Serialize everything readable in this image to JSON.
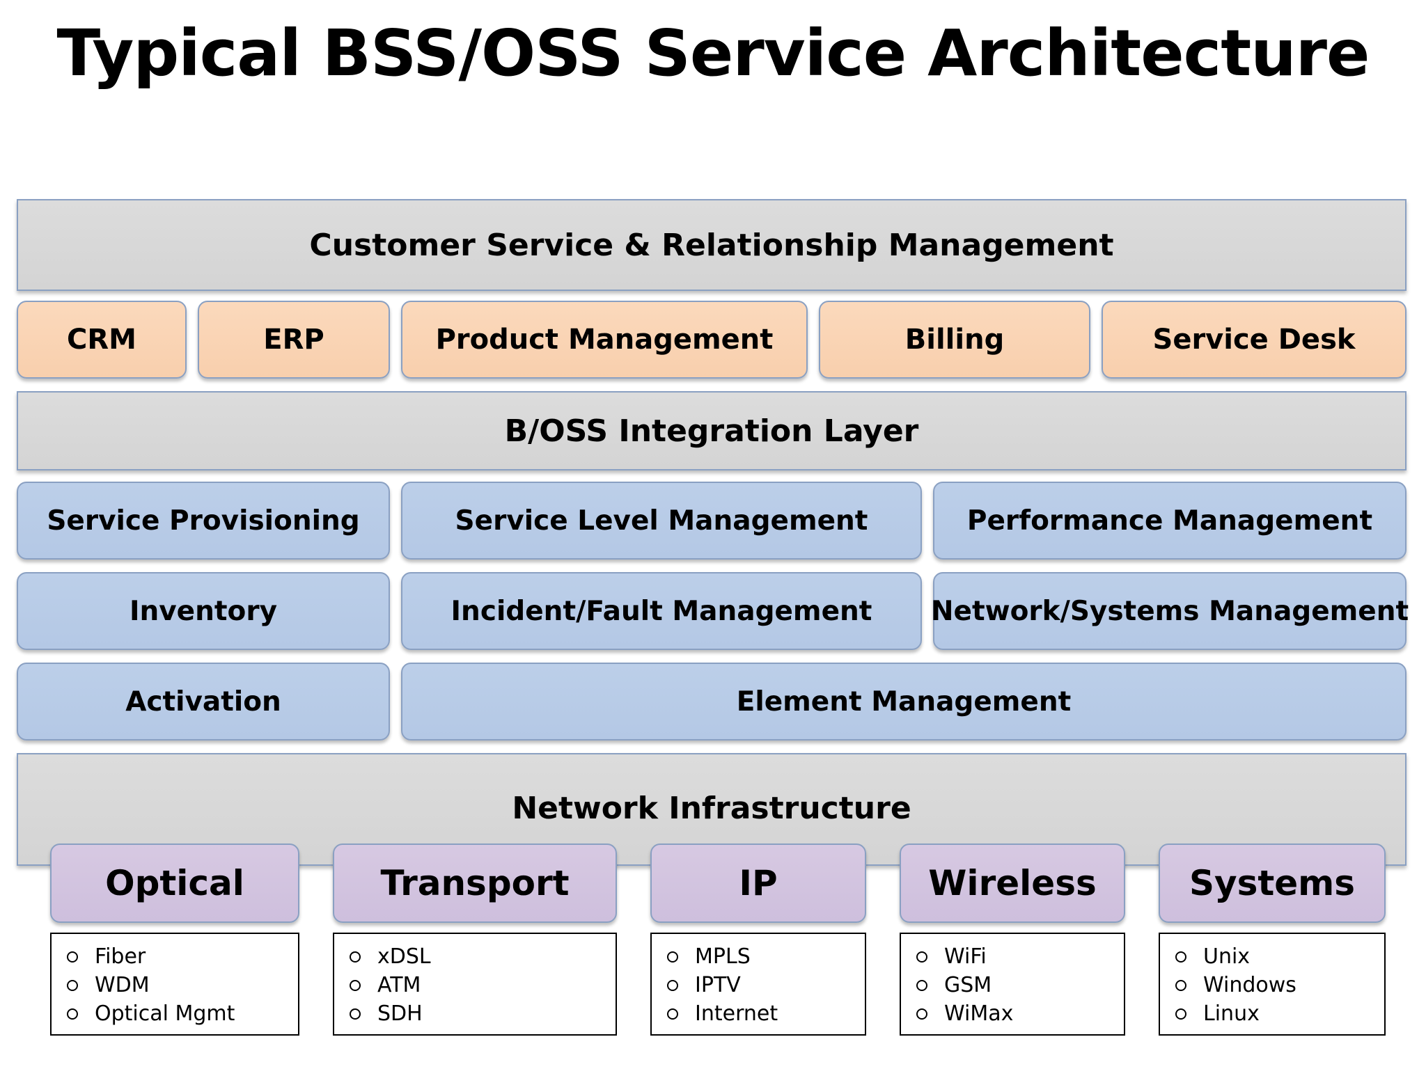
{
  "title": "Typical BSS/OSS Service Architecture",
  "layers": {
    "customer_service": "Customer Service & Relationship Management",
    "bss_apps": [
      "CRM",
      "ERP",
      "Product Management",
      "Billing",
      "Service Desk"
    ],
    "integration": "B/OSS Integration Layer",
    "oss_row1": [
      "Service Provisioning",
      "Service Level Management",
      "Performance Management"
    ],
    "oss_row2": [
      "Inventory",
      "Incident/Fault Management",
      "Network/Systems Management"
    ],
    "oss_row3": [
      "Activation",
      "Element Management"
    ],
    "network": "Network Infrastructure"
  },
  "domains": [
    {
      "name": "Optical",
      "items": [
        "Fiber",
        "WDM",
        "Optical Mgmt"
      ]
    },
    {
      "name": "Transport",
      "items": [
        "xDSL",
        "ATM",
        "SDH"
      ]
    },
    {
      "name": "IP",
      "items": [
        "MPLS",
        "IPTV",
        "Internet"
      ]
    },
    {
      "name": "Wireless",
      "items": [
        "WiFi",
        "GSM",
        "WiMax"
      ]
    },
    {
      "name": "Systems",
      "items": [
        "Unix",
        "Windows",
        "Linux"
      ]
    }
  ],
  "colors": {
    "gray_layer": "#d8d8d8",
    "bss_app": "#f9d4b4",
    "oss_function": "#b8cce7",
    "network_domain": "#d3c4df",
    "border": "#8aa0c2"
  }
}
